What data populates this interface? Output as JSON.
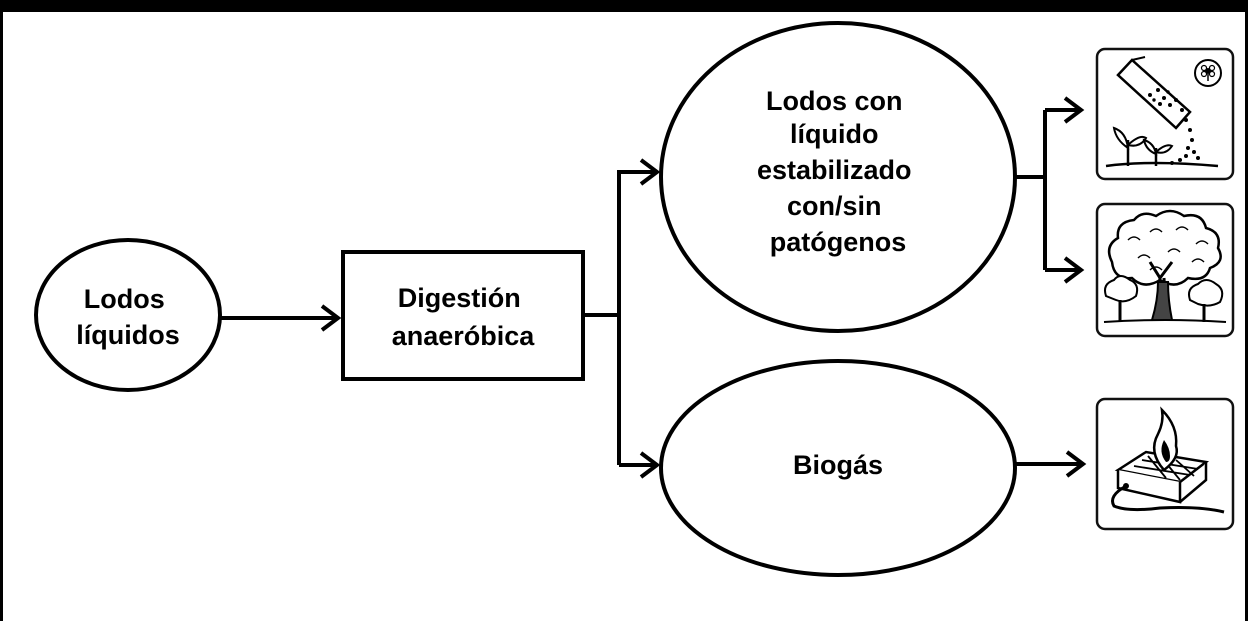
{
  "nodes": {
    "input": {
      "lines": [
        "Lodos",
        "líquidos"
      ]
    },
    "process": {
      "lines": [
        "Digestión",
        "anaeróbica"
      ]
    },
    "sludge_output": {
      "lines": [
        "Lodos con",
        "líquido",
        "estabilizado",
        "con/sin",
        "patógenos"
      ]
    },
    "biogas_output": {
      "lines": [
        "Biogás"
      ]
    }
  },
  "icons": {
    "fertilizer": "fertilizer-spreading-icon",
    "trees": "trees-forestry-icon",
    "burner": "gas-burner-icon"
  },
  "colors": {
    "stroke": "#000000",
    "background": "#ffffff"
  }
}
